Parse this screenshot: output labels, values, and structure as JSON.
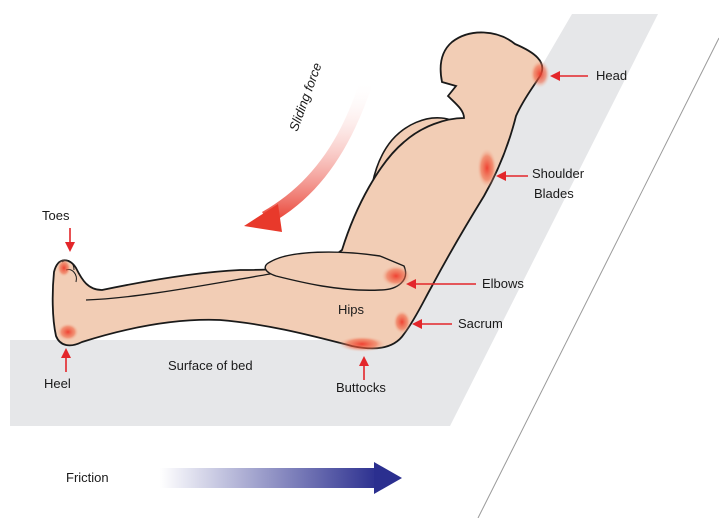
{
  "labels": {
    "head": "Head",
    "shoulder_blades_1": "Shoulder",
    "shoulder_blades_2": "Blades",
    "elbows": "Elbows",
    "sacrum": "Sacrum",
    "hips": "Hips",
    "buttocks": "Buttocks",
    "toes": "Toes",
    "heel": "Heel",
    "surface_of_bed": "Surface of bed",
    "sliding_force": "Sliding force",
    "friction": "Friction"
  },
  "colors": {
    "skin": "#f2cdb5",
    "outline": "#1a1a1a",
    "bed": "#e6e7e9",
    "pressure_point": "#ef3b2c",
    "label_arrow": "#e3262a",
    "sliding_arrow": "#e8392b",
    "friction_arrow": "#2b2f8f"
  }
}
